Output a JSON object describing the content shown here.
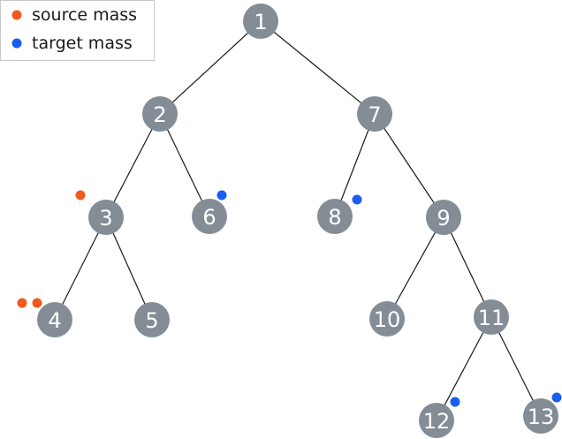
{
  "colors": {
    "source": "#f05a1a",
    "target": "#1a5ef0",
    "node_fill": "#848d96",
    "edge": "#1a1a1a"
  },
  "legend": {
    "items": [
      {
        "kind": "source",
        "label": "source mass"
      },
      {
        "kind": "target",
        "label": "target mass"
      }
    ]
  },
  "nodes": [
    {
      "id": "1",
      "label": "1"
    },
    {
      "id": "2",
      "label": "2"
    },
    {
      "id": "3",
      "label": "3"
    },
    {
      "id": "4",
      "label": "4"
    },
    {
      "id": "5",
      "label": "5"
    },
    {
      "id": "6",
      "label": "6"
    },
    {
      "id": "7",
      "label": "7"
    },
    {
      "id": "8",
      "label": "8"
    },
    {
      "id": "9",
      "label": "9"
    },
    {
      "id": "10",
      "label": "10"
    },
    {
      "id": "11",
      "label": "11"
    },
    {
      "id": "12",
      "label": "12"
    },
    {
      "id": "13",
      "label": "13"
    }
  ],
  "edges": [
    [
      "1",
      "2"
    ],
    [
      "1",
      "7"
    ],
    [
      "2",
      "3"
    ],
    [
      "2",
      "6"
    ],
    [
      "3",
      "4"
    ],
    [
      "3",
      "5"
    ],
    [
      "7",
      "8"
    ],
    [
      "7",
      "9"
    ],
    [
      "9",
      "10"
    ],
    [
      "9",
      "11"
    ],
    [
      "11",
      "12"
    ],
    [
      "11",
      "13"
    ]
  ],
  "mass": [
    {
      "node": "3",
      "type": "source",
      "count": 1
    },
    {
      "node": "4",
      "type": "source",
      "count": 2
    },
    {
      "node": "6",
      "type": "target",
      "count": 1
    },
    {
      "node": "8",
      "type": "target",
      "count": 1
    },
    {
      "node": "12",
      "type": "target",
      "count": 1
    },
    {
      "node": "13",
      "type": "target",
      "count": 1
    }
  ]
}
